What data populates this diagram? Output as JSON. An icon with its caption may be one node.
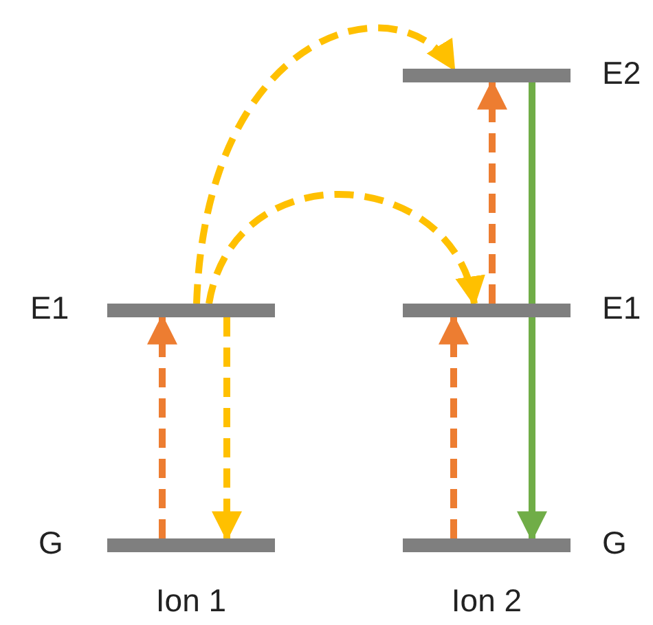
{
  "diagram": {
    "nodes": [
      {
        "text": [],
        "shape": "bar",
        "beside": [
          "E2"
        ]
      },
      {
        "text": [],
        "shape": "bar",
        "beside": [
          "E1"
        ]
      },
      {
        "text": [],
        "shape": "bar",
        "beside": [
          "E1"
        ]
      },
      {
        "text": [],
        "shape": "bar",
        "beside": [
          "G"
        ]
      },
      {
        "text": [],
        "shape": "bar",
        "beside": [
          "G"
        ]
      }
    ],
    "edges": [
      {
        "from": 3,
        "to": 1,
        "arrow": "to",
        "style": "dashed",
        "color": "#ed7d31"
      },
      {
        "from": 1,
        "to": 3,
        "arrow": "to",
        "style": "dashed",
        "color": "#ffc000"
      },
      {
        "from": 1,
        "to": 0,
        "arrow": "to",
        "style": "dashed",
        "color": "#ffc000"
      },
      {
        "from": 1,
        "to": 2,
        "arrow": "to",
        "style": "dashed",
        "color": "#ffc000"
      },
      {
        "from": 4,
        "to": 2,
        "arrow": "to",
        "style": "dashed",
        "color": "#ed7d31"
      },
      {
        "from": 2,
        "to": 0,
        "arrow": "to",
        "style": "dashed",
        "color": "#ed7d31"
      },
      {
        "from": 0,
        "to": 4,
        "arrow": "to",
        "color": "#70ad47"
      }
    ],
    "labels": [
      "Ion 1",
      "Ion 2"
    ]
  }
}
